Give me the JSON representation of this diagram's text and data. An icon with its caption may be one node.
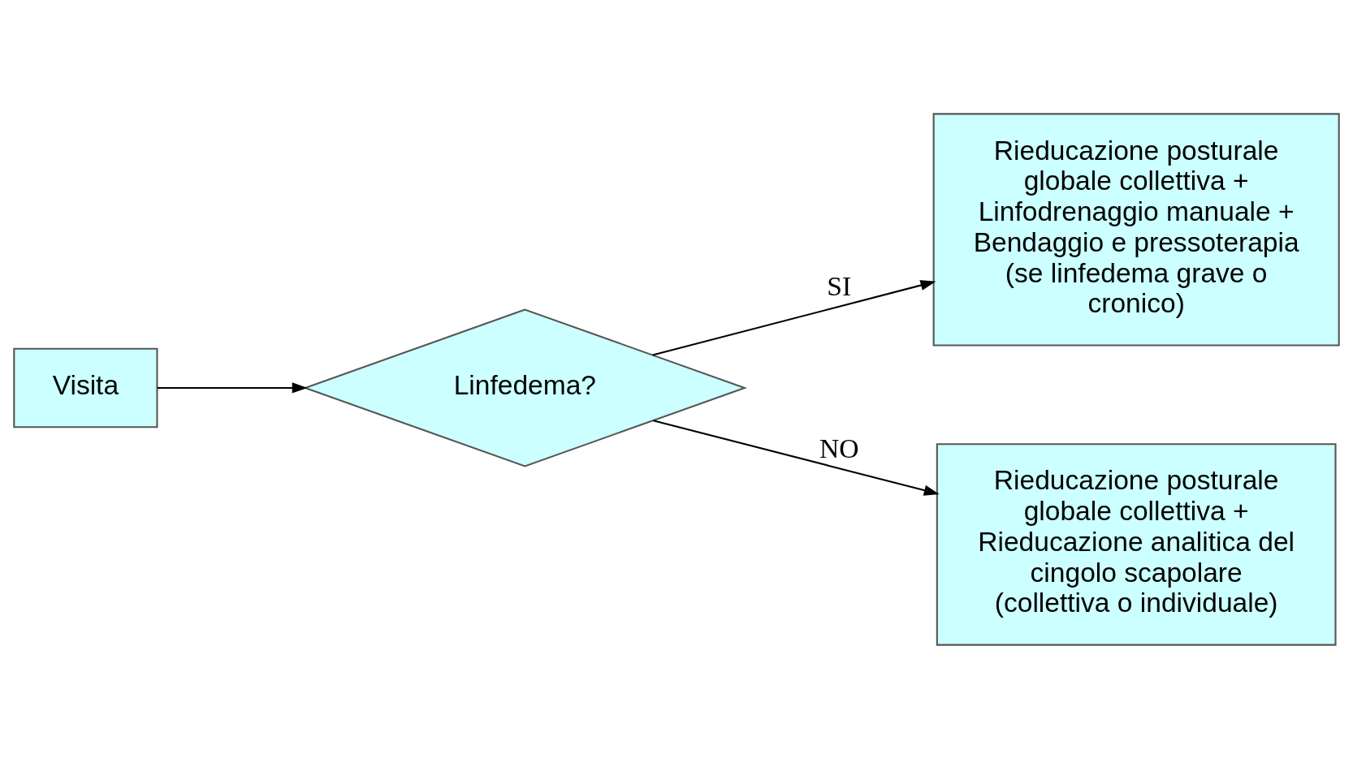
{
  "diagram": {
    "nodes": [
      {
        "text": [
          "Visita"
        ]
      },
      {
        "text": [
          "Linfedema?"
        ]
      },
      {
        "text": [
          "Rieducazione posturale globale collettiva + Linfodrenaggio manuale + Bendaggio e pressoterapia (se linfedema grave o cronico)"
        ]
      },
      {
        "text": [
          "Rieducazione posturale globale collettiva + Rieducazione analitica del cingolo scapolare (collettiva o individuale)"
        ]
      }
    ],
    "edges": [
      {
        "from": 0,
        "to": 1,
        "arrow": "to"
      },
      {
        "from": 1,
        "to": 2,
        "arrow": "to",
        "label": "SI"
      },
      {
        "from": 1,
        "to": 3,
        "arrow": "to",
        "label": "NO"
      }
    ]
  }
}
